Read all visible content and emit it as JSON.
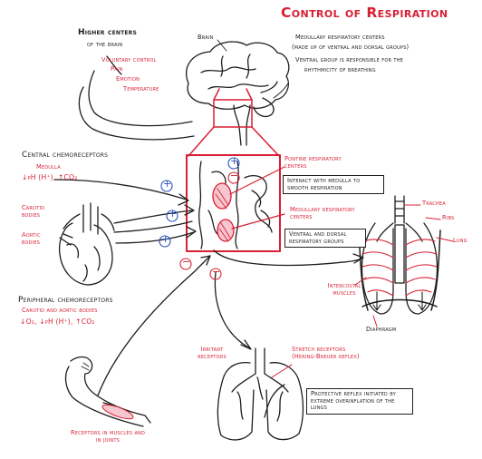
{
  "title": "Control of Respiration",
  "medulla_note": {
    "line1": "Medullary respiratory centers",
    "line2": "(made up of ventral and dorsal groups)",
    "line3": "Ventral group is responsible for the",
    "line4": "rhythmicity of breathing"
  },
  "brain": {
    "label": "Brain",
    "higher_centers": "Higher centers",
    "of_the_brain": "of the brain",
    "inputs": [
      "Voluntary control",
      "Pain",
      "Emotion",
      "Temperature"
    ]
  },
  "central_chemoreceptors": {
    "title": "Central chemoreceptors",
    "location": "Medulla",
    "stimuli": "↓pH (H⁺), ↑CO₂"
  },
  "carotid_bodies": "Carotid bodies",
  "aortic_bodies": "Aortic bodies",
  "peripheral_chemoreceptors": {
    "title": "Peripheral chemoreceptors",
    "location": "Carotid and aortic bodies",
    "stimuli": "↓O₂, ↓pH (H⁺), ↑CO₂"
  },
  "pontine": {
    "label": "Pontine respiratory centers",
    "box": "Interact with medulla to smooth respiration"
  },
  "medullary": {
    "label": "Medullary respiratory centers",
    "box": "Ventral and dorsal respiratory groups"
  },
  "thorax_labels": {
    "trachea": "Trachea",
    "ribs": "Ribs",
    "lung": "Lung",
    "intercostal": "Intercostal muscles",
    "diaphragm": "Diaphragm"
  },
  "receptors": {
    "irritant": "Irritant receptors",
    "stretch": "Stretch receptors (Hering-Breuer reflex)",
    "protective": "Protective reflex initiated by extreme overinflation of the lungs",
    "muscles_joints": "Receptors in muscles and in joints"
  },
  "signs": {
    "plus": "+",
    "minus": "−"
  }
}
